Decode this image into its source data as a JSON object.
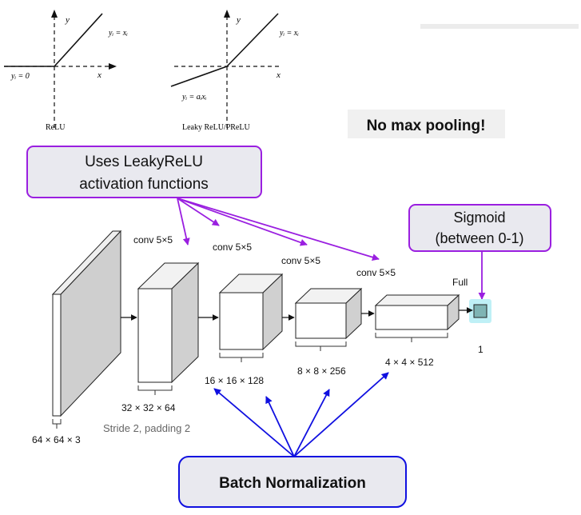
{
  "relu_plot": {
    "y_axis_label": "y",
    "x_axis_label": "x",
    "positive_label": "yᵢ = xᵢ",
    "negative_label": "yᵢ = 0",
    "caption": "ReLU"
  },
  "leaky_plot": {
    "y_axis_label": "y",
    "x_axis_label": "x",
    "positive_label": "yᵢ = xᵢ",
    "negative_label": "yᵢ = aᵢxᵢ",
    "caption": "Leaky ReLU/PReLU"
  },
  "callouts": {
    "no_max_pooling": "No max pooling!",
    "leaky_relu_line1": "Uses LeakyReLU",
    "leaky_relu_line2": "activation functions",
    "sigmoid_line1": "Sigmoid",
    "sigmoid_line2": "(between 0-1)",
    "batch_norm": "Batch Normalization"
  },
  "layers": {
    "conv1_label": "conv 5×5",
    "conv2_label": "conv 5×5",
    "conv3_label": "conv 5×5",
    "conv4_label": "conv 5×5",
    "full_label": "Full",
    "input_dims": "64 × 64 × 3",
    "block1_dims": "32 × 32 × 64",
    "block2_dims": "16 × 16 × 128",
    "block3_dims": "8 × 8 × 256",
    "block4_dims": "4 × 4 × 512",
    "output_dims": "1",
    "stride_note": "Stride 2, padding 2"
  },
  "colors": {
    "purple": "#9a1fe0",
    "blue": "#1010e0",
    "callout_fill": "#e9e9ef",
    "output_fill": "#7fb4b4",
    "output_glow": "#bff0f6"
  }
}
